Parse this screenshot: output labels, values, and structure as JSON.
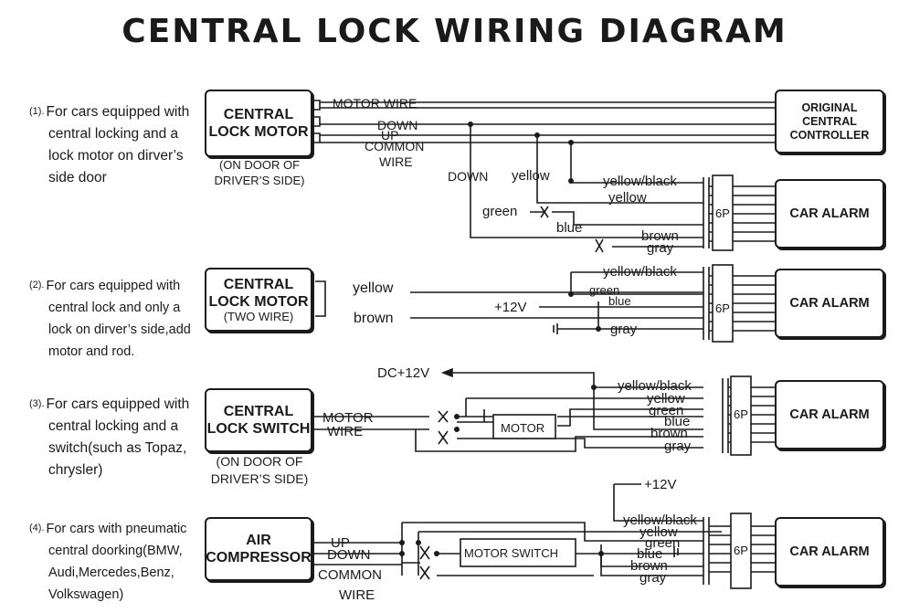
{
  "title": "CENTRAL LOCK WIRING DIAGRAM",
  "sections": [
    {
      "number": "(1).",
      "lines": [
        "For cars equipped with",
        "central locking and a",
        "lock motor on dirver’s",
        "side door"
      ],
      "device": [
        "CENTRAL",
        "LOCK MOTOR"
      ],
      "device_note": [
        "(ON DOOR OF",
        "DRIVER’S SIDE)"
      ],
      "controller": [
        "ORIGINAL",
        "CENTRAL",
        "CONTROLLER"
      ],
      "alarm": "CAR ALARM",
      "connector": "6P",
      "wire_labels": [
        "MOTOR WIRE",
        "DOWN",
        "UP",
        "COMMON",
        "WIRE",
        "DOWN",
        "yellow",
        "green",
        "blue"
      ],
      "alarm_wires": [
        "yellow/black",
        "yellow",
        "brown",
        "gray"
      ]
    },
    {
      "number": "(2).",
      "lines": [
        "For cars equipped with",
        "central lock and only a",
        "lock  on dirver’s side,add",
        "motor and rod."
      ],
      "device": [
        "CENTRAL",
        "LOCK MOTOR"
      ],
      "device_sub": "(TWO WIRE)",
      "alarm": "CAR ALARM",
      "connector": "6P",
      "wire_labels": [
        "yellow",
        "brown",
        "+12V"
      ],
      "alarm_wires": [
        "yellow/black",
        "green",
        "blue",
        "gray"
      ]
    },
    {
      "number": "(3).",
      "lines": [
        "For cars equipped with",
        "central locking  and a",
        "switch(such as Topaz,",
        "chrysler)"
      ],
      "device": [
        "CENTRAL",
        "LOCK SWITCH"
      ],
      "device_note": [
        "(ON DOOR OF",
        "DRIVER’S SIDE)"
      ],
      "alarm": "CAR ALARM",
      "connector": "6P",
      "wire_labels": [
        "MOTOR",
        "WIRE",
        "DC+12V",
        "MOTOR"
      ],
      "alarm_wires": [
        "yellow/black",
        "yellow",
        "green",
        "blue",
        "brown",
        "gray"
      ]
    },
    {
      "number": "(4).",
      "lines": [
        "For cars  with pneumatic",
        "central doorking(BMW,",
        "Audi,Mercedes,Benz,",
        "Volkswagen)"
      ],
      "device": [
        "AIR",
        "COMPRESSOR"
      ],
      "alarm": "CAR ALARM",
      "connector": "6P",
      "wire_labels": [
        "UP",
        "DOWN",
        "COMMON",
        "WIRE",
        "+12V",
        "MOTOR SWITCH"
      ],
      "alarm_wires": [
        "yellow/black",
        "yellow",
        "green",
        "blue",
        "brown",
        "gray"
      ]
    }
  ]
}
